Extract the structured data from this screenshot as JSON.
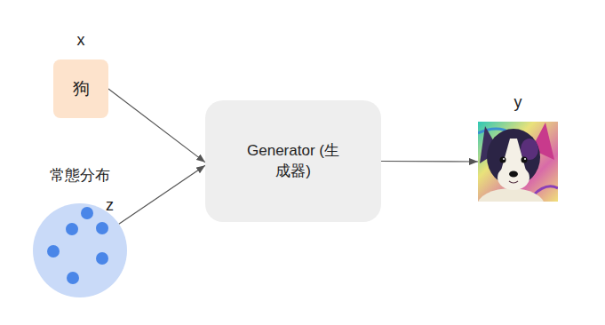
{
  "diagram": {
    "nodes": [
      {
        "text": [
          "x",
          "狗"
        ]
      },
      {
        "text": [
          "常態分布",
          "z"
        ]
      },
      {
        "text": [
          "Generator (生成器)"
        ]
      },
      {
        "text": [
          "y"
        ]
      }
    ],
    "edges": [
      {
        "from": 0,
        "to": 2,
        "arrow": "to"
      },
      {
        "from": 1,
        "to": 2,
        "arrow": "to"
      },
      {
        "from": 2,
        "to": 3,
        "arrow": "to"
      }
    ]
  }
}
